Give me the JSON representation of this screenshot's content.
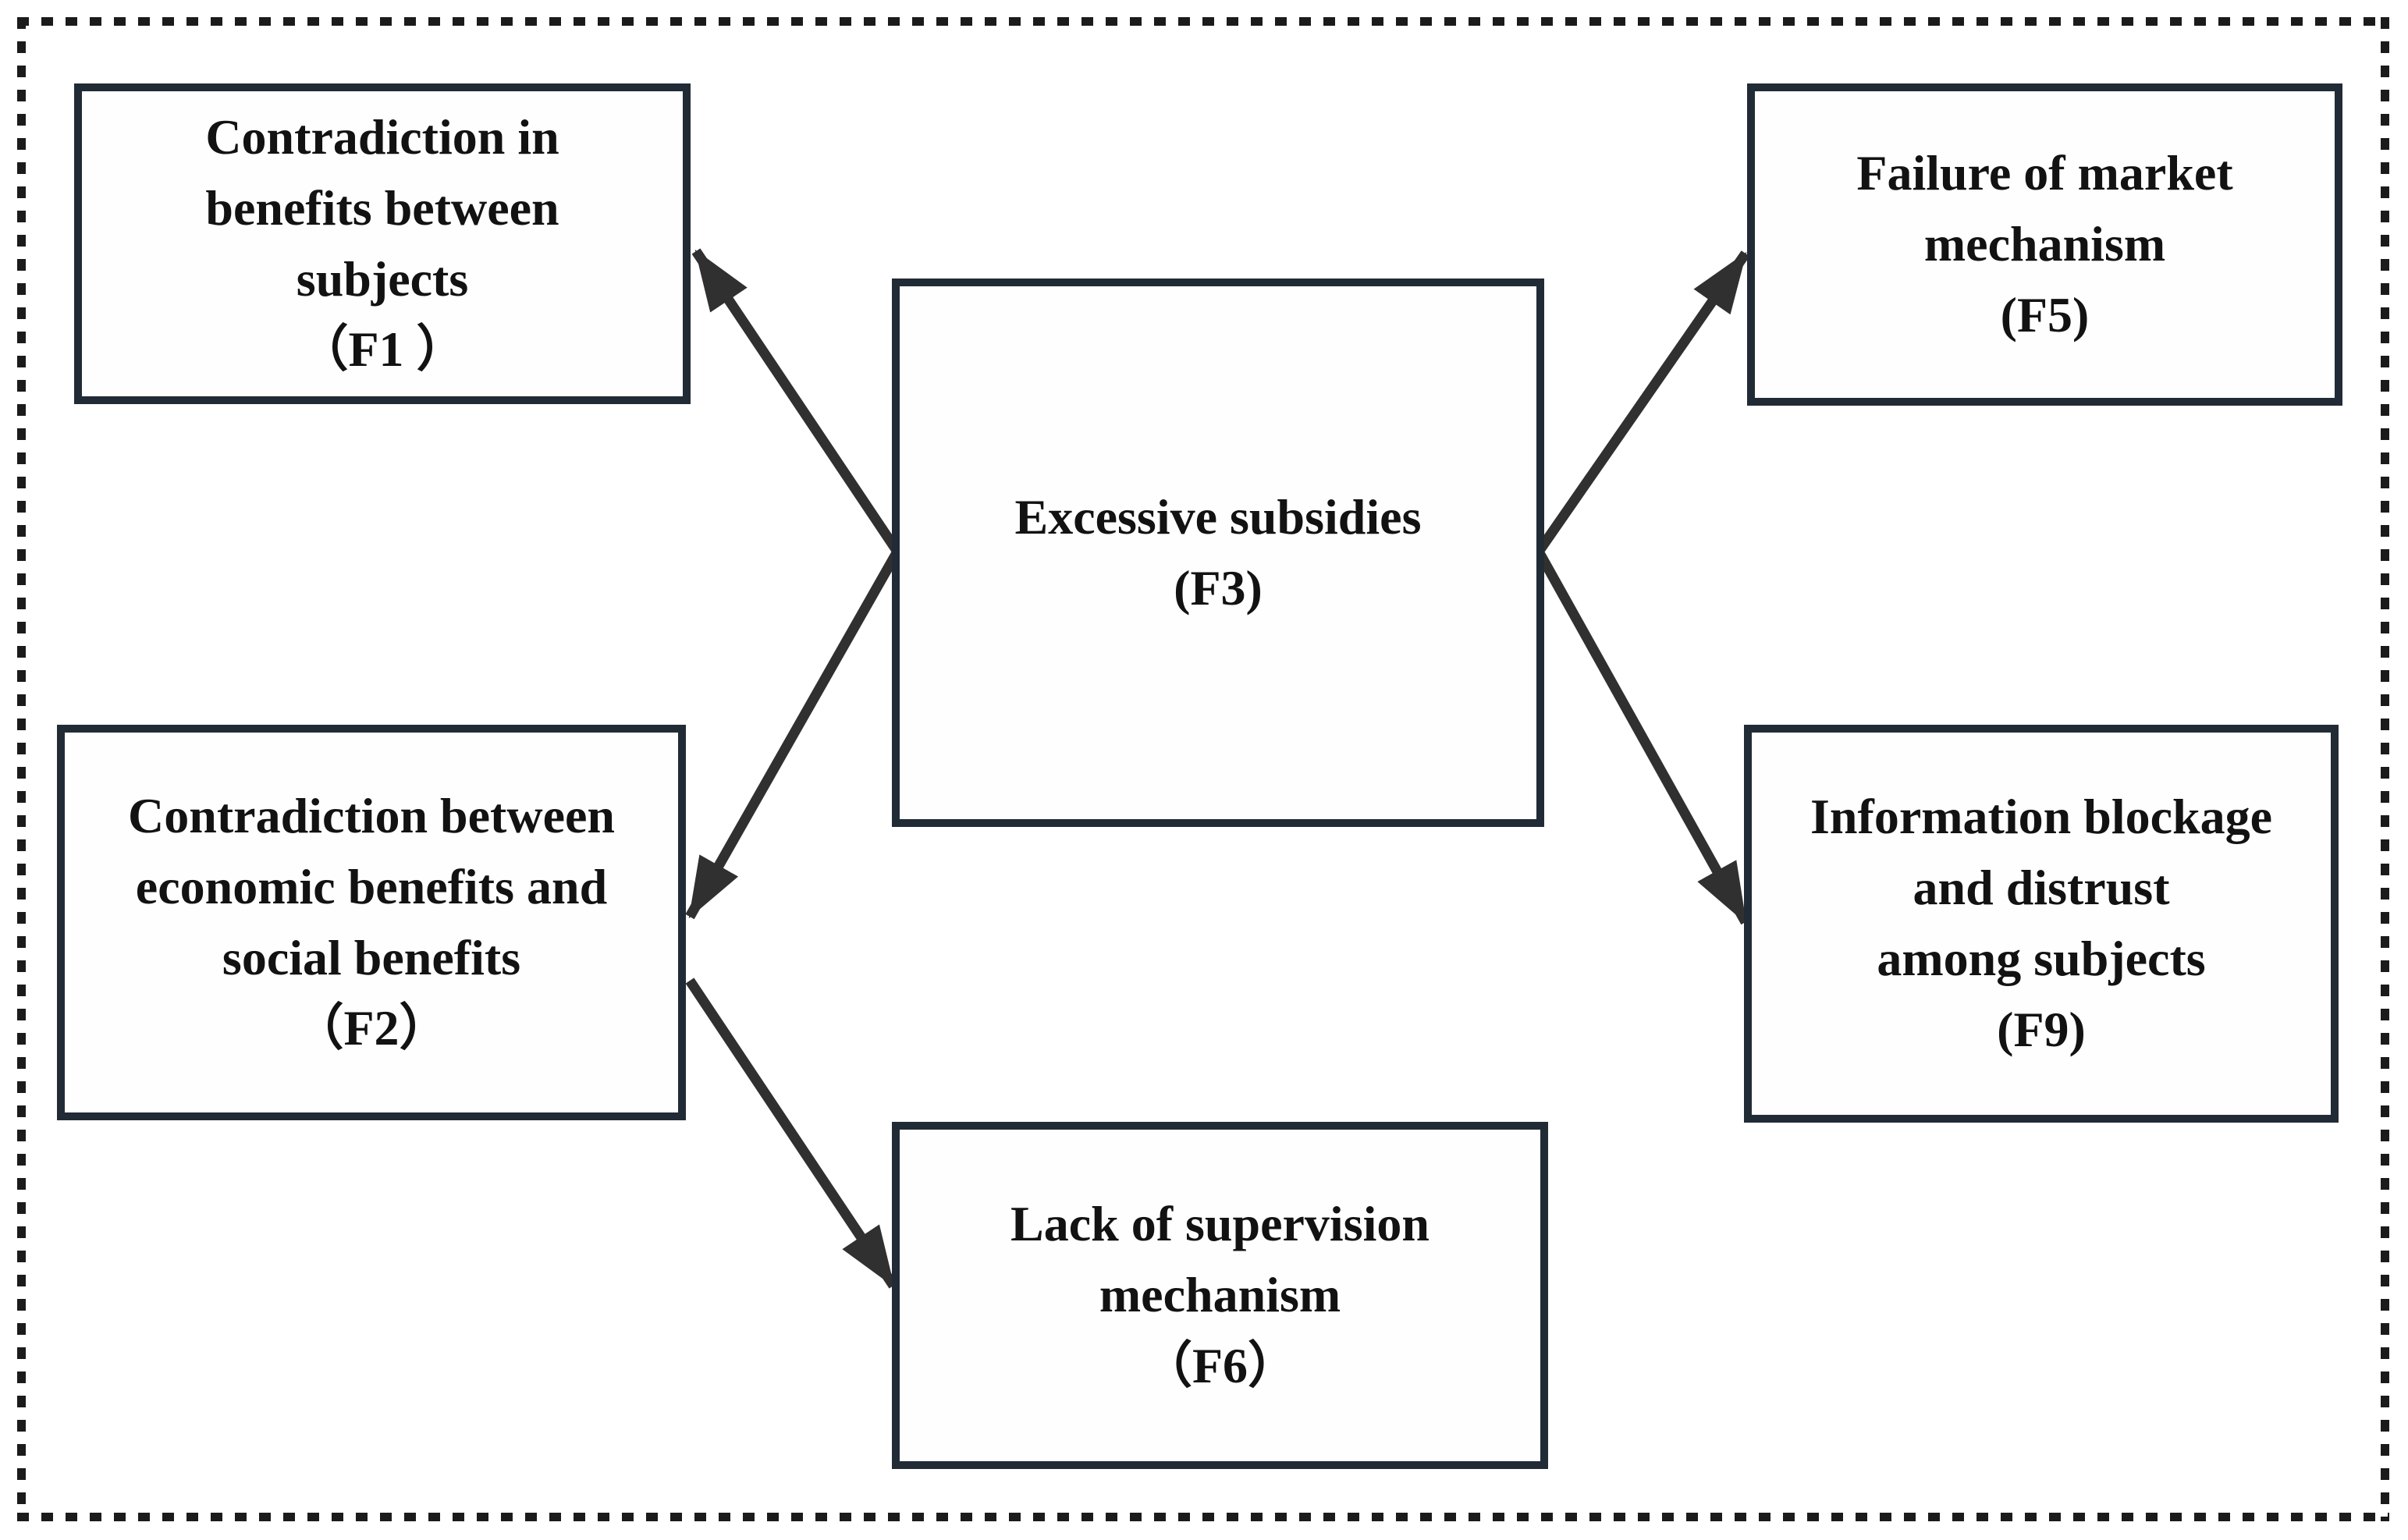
{
  "nodes": {
    "f1": {
      "id": "F1",
      "lines": [
        "Contradiction in",
        "benefits between",
        "subjects",
        "（F1 ）"
      ]
    },
    "f2": {
      "id": "F2",
      "lines": [
        "Contradiction between",
        "economic benefits and",
        "social benefits",
        "（F2）"
      ]
    },
    "f3": {
      "id": "F3",
      "lines": [
        "Excessive subsidies",
        "(F3)"
      ]
    },
    "f5": {
      "id": "F5",
      "lines": [
        "Failure of market",
        "mechanism",
        "(F5)"
      ]
    },
    "f9": {
      "id": "F9",
      "lines": [
        "Information blockage",
        "and distrust",
        "among subjects",
        "(F9)"
      ]
    },
    "f6": {
      "id": "F6",
      "lines": [
        "Lack of supervision",
        "mechanism",
        "（F6）"
      ]
    }
  },
  "edges": [
    {
      "from": "F3",
      "to": "F1"
    },
    {
      "from": "F3",
      "to": "F2"
    },
    {
      "from": "F3",
      "to": "F5"
    },
    {
      "from": "F3",
      "to": "F9"
    },
    {
      "from": "F2",
      "to": "F6"
    }
  ],
  "colors": {
    "box_border": "#212b36",
    "arrow": "#303030",
    "text": "#121212",
    "frame_dash": "#1b1b1b",
    "background": "#ffffff"
  }
}
